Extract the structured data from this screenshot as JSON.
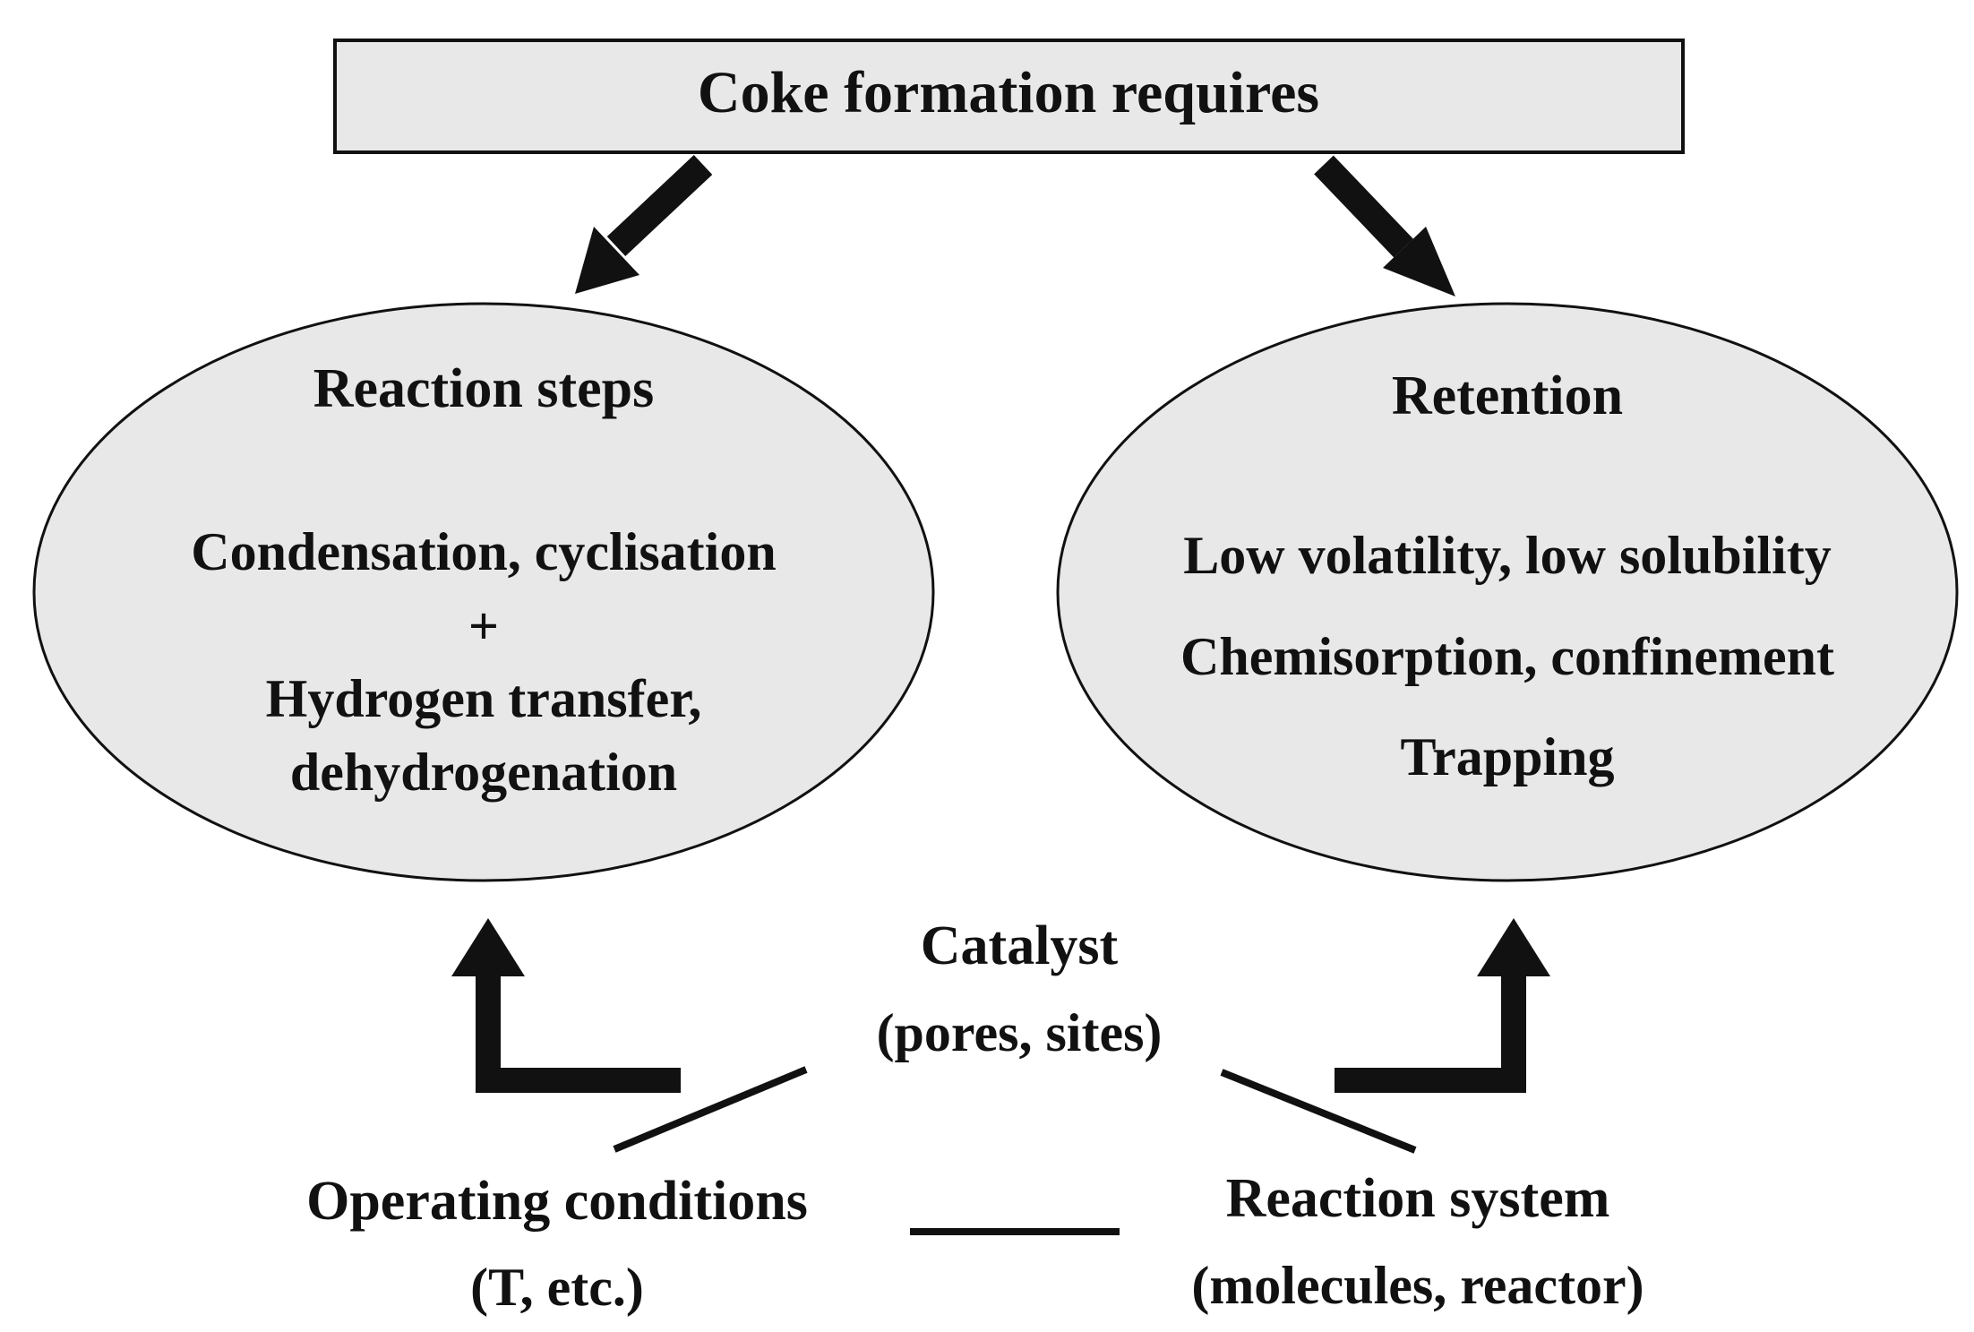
{
  "header": {
    "title": "Coke formation requires"
  },
  "reaction_steps": {
    "title": "Reaction steps",
    "line1": "Condensation, cyclisation",
    "plus": "+",
    "line2": "Hydrogen transfer,",
    "line3": "dehydrogenation"
  },
  "retention": {
    "title": "Retention",
    "line1": "Low volatility, low solubility",
    "line2": "Chemisorption, confinement",
    "line3": "Trapping"
  },
  "catalyst": {
    "title": "Catalyst",
    "subtitle": "(pores, sites)"
  },
  "operating_conditions": {
    "title": "Operating conditions",
    "subtitle": "(T, etc.)"
  },
  "reaction_system": {
    "title": "Reaction system",
    "subtitle": "(molecules, reactor)"
  },
  "colors": {
    "fill": "#e8e8e8",
    "stroke": "#111111"
  }
}
